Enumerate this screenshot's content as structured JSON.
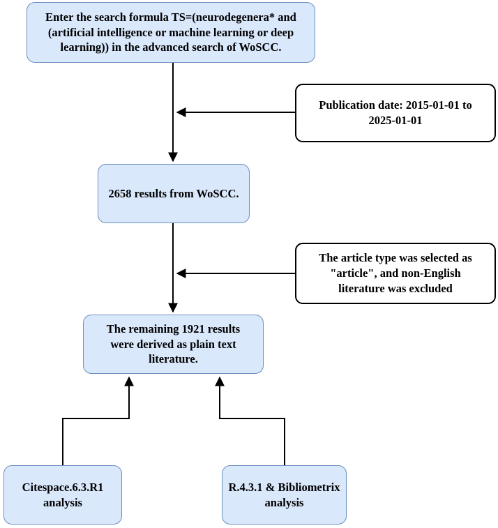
{
  "diagram_type": "flowchart",
  "colors": {
    "process_fill": "#dae8fc",
    "process_stroke": "#6c8ebf",
    "filter_fill": "#ffffff",
    "filter_stroke": "#000000",
    "connector": "#000000",
    "text": "#000000",
    "background": "#ffffff"
  },
  "nodes": {
    "search": {
      "text": "Enter the search formula TS=(neurodegenera* and (artificial intelligence or machine learning or deep learning)) in the advanced search of WoSCC."
    },
    "pub_date": {
      "text": "Publication date: 2015-01-01 to 2025-01-01"
    },
    "results": {
      "text": "2658 results from WoSCC."
    },
    "article_filter": {
      "text": "The article type was selected as \"article\", and non-English literature was excluded"
    },
    "remaining": {
      "text": "The remaining 1921 results were derived as plain text literature."
    },
    "citespace": {
      "text": "Citespace.6.3.R1 analysis"
    },
    "r_bibliometrix": {
      "text": "R.4.3.1 & Bibliometrix analysis"
    }
  },
  "edges": [
    {
      "from": "search",
      "to": "results",
      "type": "arrow-down"
    },
    {
      "from": "pub_date",
      "to": "search-results-connector",
      "type": "arrow-left"
    },
    {
      "from": "results",
      "to": "remaining",
      "type": "arrow-down"
    },
    {
      "from": "article_filter",
      "to": "results-remaining-connector",
      "type": "arrow-left"
    },
    {
      "from": "citespace",
      "to": "remaining",
      "type": "arrow-up-elbow"
    },
    {
      "from": "r_bibliometrix",
      "to": "remaining",
      "type": "arrow-up-elbow"
    }
  ]
}
